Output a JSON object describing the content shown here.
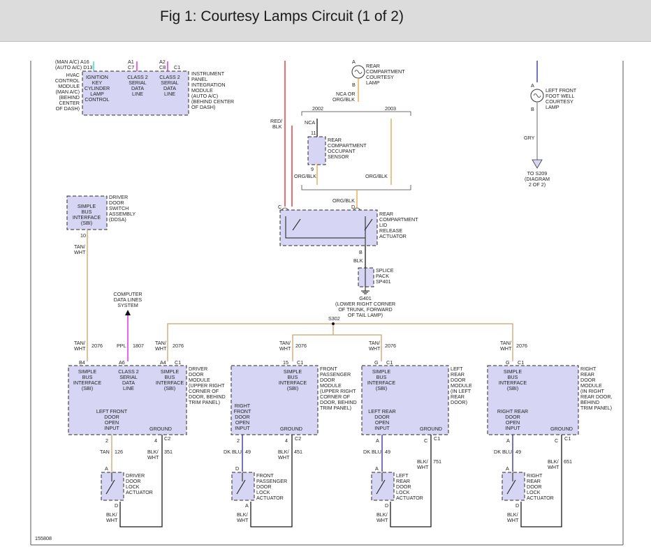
{
  "header": {
    "title": "Fig 1: Courtesy Lamps Circuit (1 of 2)"
  },
  "figure_id": "155808",
  "hvac": {
    "pin_lines": [
      "(MAN A/C)  A16",
      "(AUTO A/C)  D13"
    ],
    "side_label": [
      "HVAC",
      "CONTROL",
      "MODULE",
      "(MAN A/C)",
      "(BEHIND",
      "CENTER",
      "OF DASH)"
    ],
    "func": [
      "IGNITION",
      "KEY",
      "CYLINDER",
      "LAMP",
      "CONTROL"
    ]
  },
  "ipm": {
    "pins_1": [
      "A1",
      "C7"
    ],
    "pins_2": [
      "A2",
      "C8"
    ],
    "pin_c1": "C1",
    "func_1": [
      "CLASS 2",
      "SERIAL",
      "DATA",
      "LINE"
    ],
    "func_2": [
      "CLASS 2",
      "SERIAL",
      "DATA",
      "LINE"
    ],
    "label": [
      "INSTRUMENT",
      "PANEL",
      "INTEGRATION",
      "MODULE",
      "(AUTO A/C)",
      "(BEHIND CENTER",
      "OF DASH)"
    ]
  },
  "ddsa": {
    "func": [
      "SIMPLE",
      "BUS",
      "INTERFACE",
      "(SBI)"
    ],
    "pin": "10",
    "label": [
      "DRIVER",
      "DOOR",
      "SWITCH",
      "ASSEMBLY",
      "(DDSA)"
    ],
    "wire": [
      "TAN/",
      "WHT"
    ]
  },
  "computer": {
    "label": [
      "COMPUTER",
      "DATA LINES",
      "SYSTEM"
    ]
  },
  "rear_lamp": {
    "pins": [
      "A",
      "B"
    ],
    "label": [
      "REAR",
      "COMPARTMENT",
      "COURTESY",
      "LAMP"
    ],
    "wire": [
      "NCA OR",
      "ORG/BLK"
    ]
  },
  "years": [
    "2002",
    "2003"
  ],
  "occ_sensor": {
    "wire_top": "NCA",
    "pin_top": "11",
    "pin_bot": "9",
    "label": [
      "REAR",
      "COMPARTMENT",
      "OCCUPANT",
      "SENSOR"
    ],
    "wire_left": "ORG/BLK",
    "wire_right": "ORG/BLK"
  },
  "red_wire": [
    "RED/",
    "BLK"
  ],
  "lid_actuator": {
    "wire_top": "ORG/BLK",
    "pins": [
      "C",
      "D",
      "B"
    ],
    "label": [
      "REAR",
      "COMPARTMENT",
      "LID",
      "RELEASE",
      "ACTUATOR"
    ],
    "wire_bot": "BLK"
  },
  "splice": {
    "label": [
      "SPLICE",
      "PACK",
      "SP401"
    ]
  },
  "ground": {
    "label": [
      "G401",
      "(LOWER RIGHT CORNER",
      "OF TRUNK, FORWARD",
      "OF TAIL LAMP)"
    ]
  },
  "lf_lamp": {
    "pins": [
      "A",
      "B"
    ],
    "label": [
      "LEFT FRONT",
      "FOOT WELL",
      "COURTESY",
      "LAMP"
    ],
    "wire": "GRY",
    "to": [
      "TO S209",
      "(DIAGRAM",
      "2 OF 2)"
    ]
  },
  "splice_s302": "S302",
  "drv_door": {
    "wire1": [
      "TAN/",
      "WHT"
    ],
    "circ1": "2076",
    "wire2": "PPL",
    "circ2": "1807",
    "wire3": [
      "TAN/",
      "WHT"
    ],
    "circ3": "2076",
    "pins": [
      "B4",
      "A6",
      "A4",
      "C1"
    ],
    "func1": [
      "SIMPLE",
      "BUS",
      "INTERFACE",
      "(SBI)"
    ],
    "func2": [
      "CLASS 2",
      "SERIAL",
      "DATA",
      "LINE"
    ],
    "func3": [
      "SIMPLE",
      "BUS",
      "INTERFACE",
      "(SBI)"
    ],
    "label": [
      "DRIVER",
      "DOOR",
      "MODULE",
      "(UPPER RIGHT",
      "CORNER OF",
      "DOOR, BEHIND",
      "TRIM PANEL)"
    ],
    "input": [
      "LEFT FRONT",
      "DOOR",
      "OPEN",
      "INPUT"
    ],
    "ground": "GROUND",
    "bot_pins": [
      "2",
      "4",
      "C2"
    ],
    "w_in": "TAN",
    "c_in": "126",
    "w_gnd": [
      "BLK/",
      "WHT"
    ],
    "c_gnd": "351"
  },
  "fp_door": {
    "wire": [
      "TAN/",
      "WHT"
    ],
    "circ": "2076",
    "pins": [
      "15",
      "C1"
    ],
    "func": [
      "SIMPLE",
      "BUS",
      "INTERFACE",
      "(SBI)"
    ],
    "label": [
      "FRONT",
      "PASSENGER",
      "DOOR",
      "MODULE",
      "(UPPER RIGHT",
      "CORNER OF",
      "DOOR, BEHIND",
      "TRIM PANEL)"
    ],
    "input": [
      "RIGHT",
      "FRONT",
      "DOOR",
      "OPEN",
      "INPUT"
    ],
    "ground": "GROUND",
    "bot_pins": [
      "2",
      "4",
      "C2"
    ],
    "w_in": "DK BLU",
    "c_in": "49",
    "w_gnd": [
      "BLK/",
      "WHT"
    ],
    "c_gnd": "451"
  },
  "lr_door": {
    "wire": [
      "TAN/",
      "WHT"
    ],
    "circ": "2076",
    "pins": [
      "G",
      "C1"
    ],
    "func": [
      "SIMPLE",
      "BUS",
      "INTERFACE",
      "(SBI)"
    ],
    "label": [
      "LEFT",
      "REAR",
      "DOOR",
      "MODULE",
      "(IN LEFT",
      "REAR",
      "DOOR)"
    ],
    "input": [
      "LEFT REAR",
      "DOOR",
      "OPEN",
      "INPUT"
    ],
    "ground": "GROUND",
    "bot_pins": [
      "A",
      "C",
      "C1"
    ],
    "w_in": "DK BLU",
    "c_in": "49",
    "w_gnd": [
      "BLK/",
      "WHT"
    ],
    "c_gnd": "751"
  },
  "rr_door": {
    "wire": [
      "TAN/",
      "WHT"
    ],
    "circ": "2076",
    "pins": [
      "G",
      "C1"
    ],
    "func": [
      "SIMPLE",
      "BUS",
      "INTERFACE",
      "(SBI)"
    ],
    "label": [
      "RIGHT",
      "REAR",
      "DOOR",
      "MODULE",
      "(IN RIGHT",
      "REAR DOOR,",
      "BEHIND",
      "TRIM PANEL)"
    ],
    "input": [
      "RIGHT REAR",
      "DOOR",
      "OPEN",
      "INPUT"
    ],
    "ground": "GROUND",
    "bot_pins": [
      "A",
      "C",
      "C1"
    ],
    "w_in": "DK BLU",
    "c_in": "49",
    "w_gnd": [
      "BLK/",
      "WHT"
    ],
    "c_gnd": "651"
  },
  "actuators": [
    {
      "pins": [
        "A",
        "D"
      ],
      "label": [
        "DRIVER",
        "DOOR",
        "LOCK",
        "ACTUATOR"
      ],
      "wire": [
        "BLK/",
        "WHT"
      ]
    },
    {
      "pins": [
        "D",
        "A"
      ],
      "label": [
        "FRONT",
        "PASSENGER",
        "DOOR",
        "LOCK",
        "ACTUATOR"
      ],
      "wire": [
        "BLK/",
        "WHT"
      ]
    },
    {
      "pins": [
        "A",
        "D"
      ],
      "label": [
        "LEFT",
        "REAR",
        "DOOR",
        "LOCK",
        "ACTUATOR"
      ],
      "wire": [
        "BLK/",
        "WHT"
      ]
    },
    {
      "pins": [
        "A",
        "D"
      ],
      "label": [
        "RIGHT",
        "REAR",
        "DOOR",
        "LOCK",
        "ACTUATOR"
      ],
      "wire": [
        "BLK/",
        "WHT"
      ]
    }
  ]
}
